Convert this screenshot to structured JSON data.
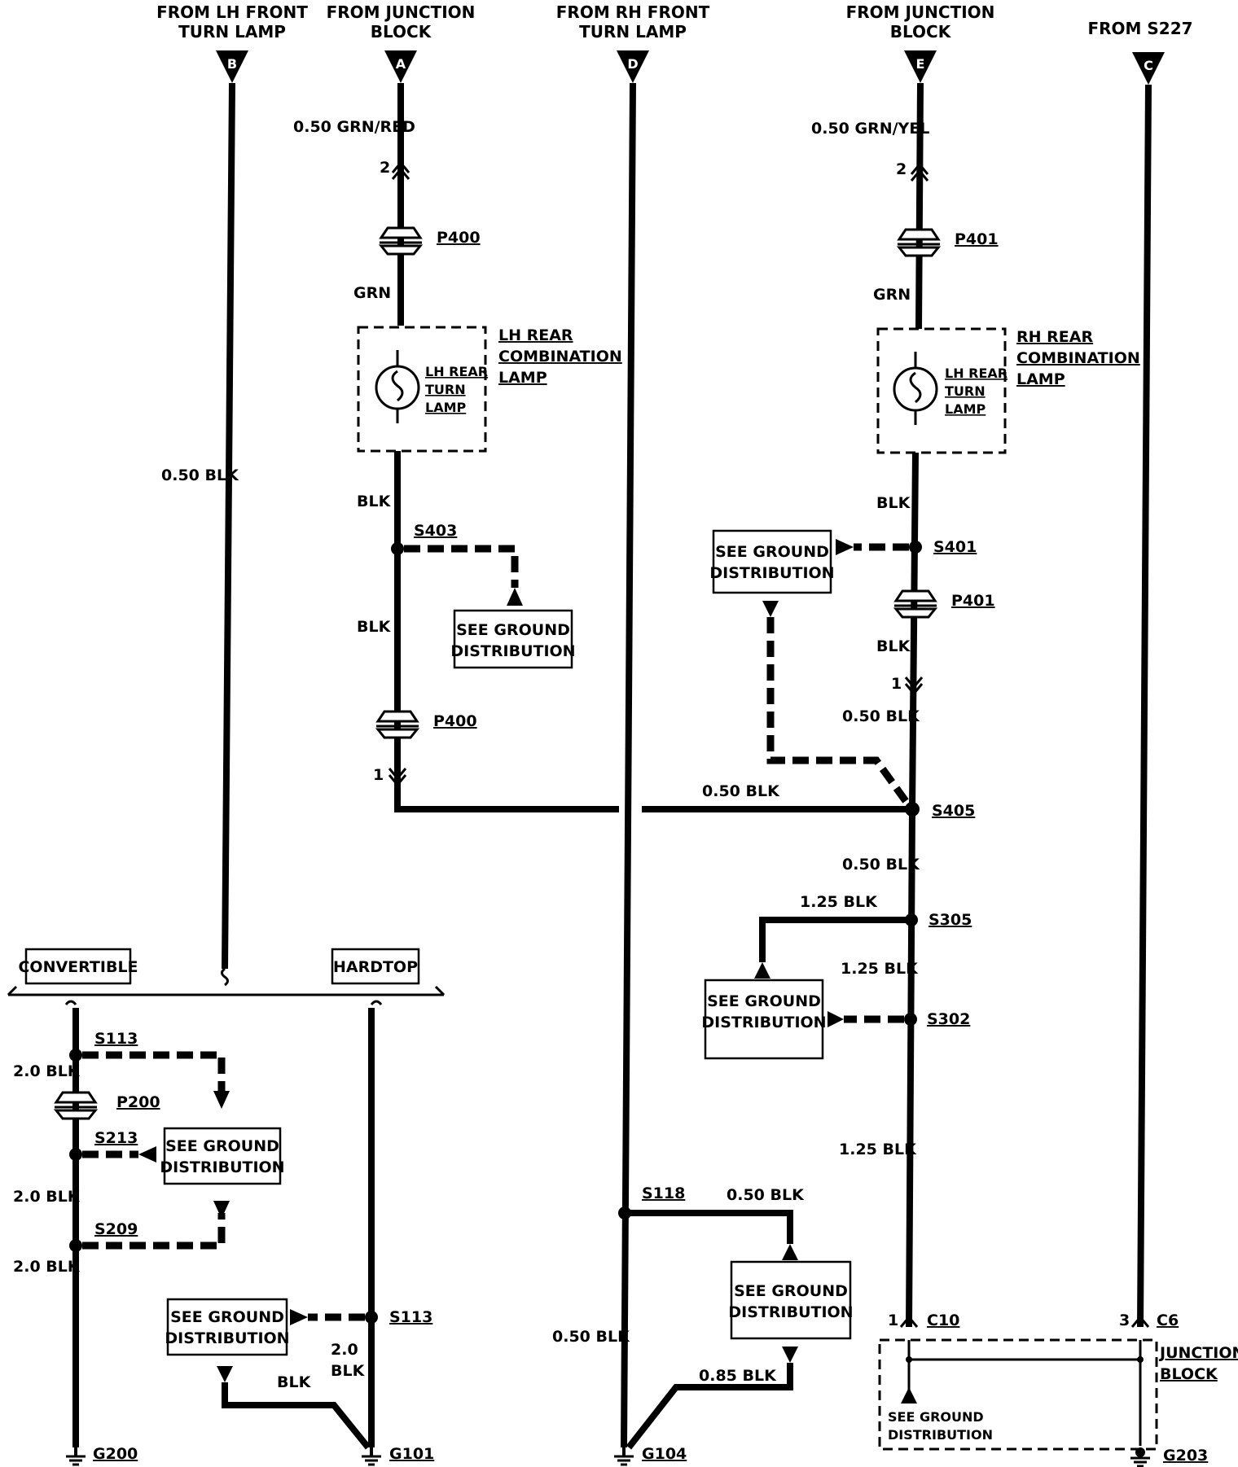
{
  "headers": {
    "b": [
      "FROM LH FRONT",
      "TURN LAMP"
    ],
    "a": [
      "FROM JUNCTION",
      "BLOCK"
    ],
    "d": [
      "FROM RH FRONT",
      "TURN LAMP"
    ],
    "e": [
      "FROM JUNCTION",
      "BLOCK"
    ],
    "c": "FROM S227"
  },
  "terminals": {
    "b": "B",
    "a": "A",
    "d": "D",
    "e": "E",
    "c": "C"
  },
  "wires": {
    "a_top": "0.50 GRN/RED",
    "e_top": "0.50 GRN/YEL",
    "grn": "GRN",
    "blk": "BLK",
    "b_main": "0.50 BLK",
    "s405_left": "0.50 BLK",
    "s401_p401": "0.50 BLK",
    "below_s405": "0.50 BLK",
    "s305_left": "1.25 BLK",
    "s305_s302": "1.25 BLK",
    "above_c10": "1.25 BLK",
    "s118_right": "0.50 BLK",
    "d_bottom": "0.50 BLK",
    "g104_branch": "0.85 BLK",
    "conv_1": "2.0 BLK",
    "conv_2": "2.0 BLK",
    "conv_3": "2.0 BLK",
    "hard_20": "2.0",
    "hard_blk": "BLK",
    "g101_blk": "BLK"
  },
  "pins": {
    "two": "2",
    "one": "1",
    "three": "3"
  },
  "connectors": {
    "p400": "P400",
    "p401": "P401",
    "p200": "P200",
    "c10": "C10",
    "c6": "C6"
  },
  "splices": {
    "s403": "S403",
    "s401": "S401",
    "s405": "S405",
    "s305": "S305",
    "s302": "S302",
    "s113": "S113",
    "s213": "S213",
    "s209": "S209",
    "s118": "S118"
  },
  "grounds": {
    "g200": "G200",
    "g101": "G101",
    "g104": "G104",
    "g203": "G203"
  },
  "components": {
    "lh_rear_combo": [
      "LH REAR",
      "COMBINATION",
      "LAMP"
    ],
    "rh_rear_combo": [
      "RH REAR",
      "COMBINATION",
      "LAMP"
    ],
    "turn_lamp": [
      "LH REAR",
      "TURN",
      "LAMP"
    ],
    "junction_block": [
      "JUNCTION",
      "BLOCK"
    ]
  },
  "see_ground": [
    "SEE GROUND",
    "DISTRIBUTION"
  ],
  "options": {
    "convertible": "CONVERTIBLE",
    "hardtop": "HARDTOP"
  }
}
